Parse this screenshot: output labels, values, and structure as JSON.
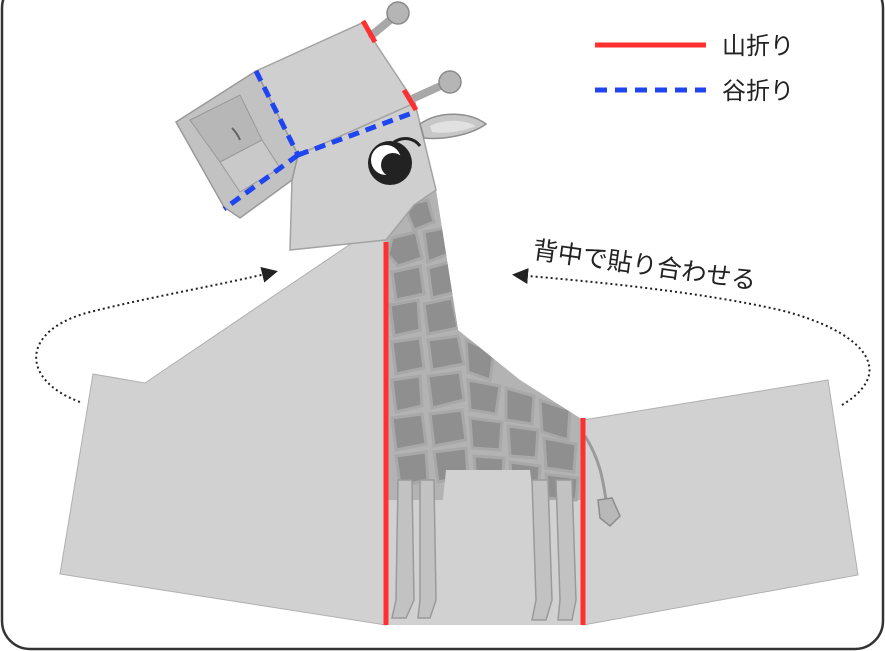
{
  "legend": {
    "items": [
      {
        "label": "山折り",
        "line_style": "solid",
        "color": "#ff3030"
      },
      {
        "label": "谷折り",
        "line_style": "dashed",
        "color": "#1f45f0"
      }
    ]
  },
  "instruction": {
    "text": "背中で貼り合わせる"
  },
  "colors": {
    "paper": "#d1d1d1",
    "paper_edge": "#9a9a9a",
    "spots": "#8f8f8f",
    "spot_bg": "#b3b3b3",
    "frame": "#333333",
    "mountain_fold": "#ff3030",
    "valley_fold": "#1f45f0"
  }
}
